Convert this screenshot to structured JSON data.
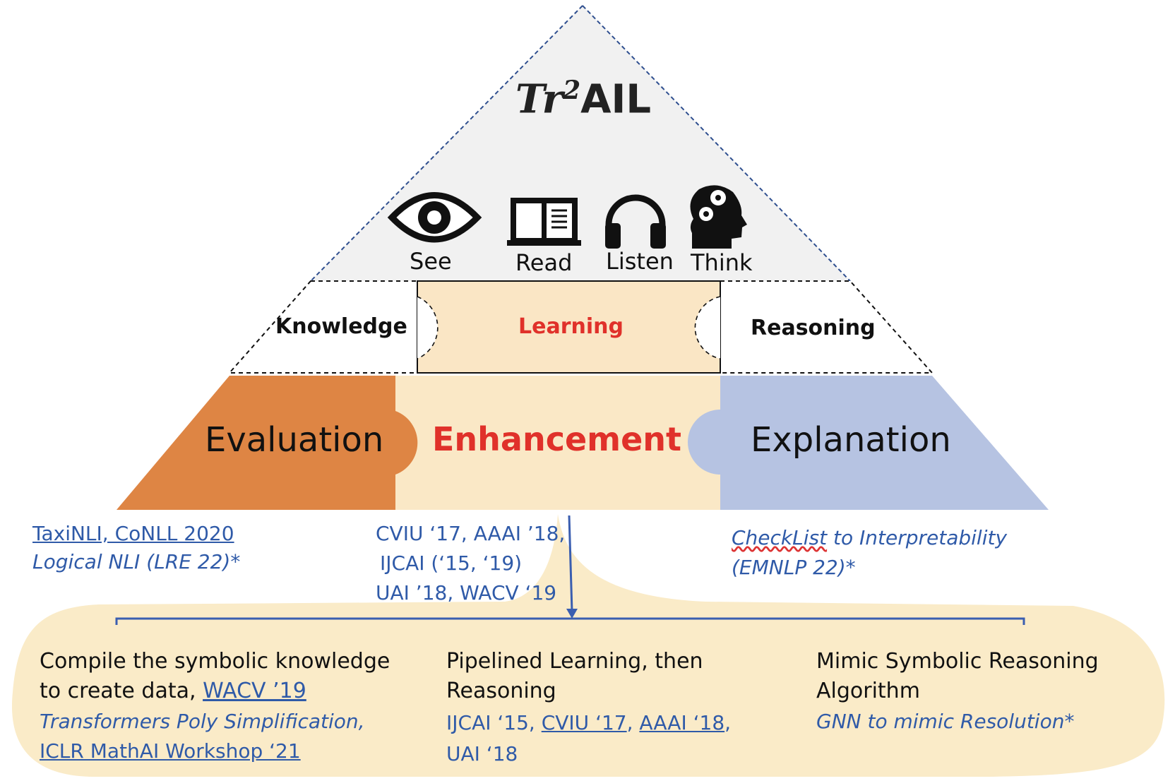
{
  "title": {
    "part1": "Tr",
    "superscript": "2",
    "part2": "AIL"
  },
  "capabilities": [
    {
      "label": "See",
      "icon": "eye-icon"
    },
    {
      "label": "Read",
      "icon": "book-icon"
    },
    {
      "label": "Listen",
      "icon": "headphones-icon"
    },
    {
      "label": "Think",
      "icon": "head-gears-icon"
    }
  ],
  "middle_layer": {
    "left": "Knowledge",
    "center": "Learning",
    "right": "Reasoning"
  },
  "bottom_layer": {
    "left": "Evaluation",
    "center": "Enhancement",
    "right": "Explanation"
  },
  "refs_left": {
    "line1": "TaxiNLI, CoNLL 2020",
    "line2": "Logical NLI (LRE 22)*"
  },
  "refs_center": {
    "line1": "CVIU ‘17, AAAI ’18,",
    "line2": "IJCAI (‘15, ‘19)",
    "line3": "UAI ’18, WACV ‘19"
  },
  "refs_right": {
    "line1_a": "CheckList",
    "line1_b": " to Interpretability",
    "line2": "(EMNLP 22)*"
  },
  "col1": {
    "line1": "Compile the symbolic knowledge",
    "line2_text": "to create data, ",
    "line2_link": "WACV ’19",
    "line3": "Transformers Poly Simplification,",
    "line4": "ICLR MathAI Workshop ‘21"
  },
  "col2": {
    "line1": "Pipelined Learning, then",
    "line2": "Reasoning",
    "line3_a": "IJCAI ‘15, ",
    "line3_b": "CVIU ‘17",
    "line3_c": ", ",
    "line3_d": "AAAI ‘18",
    "line3_e": ",",
    "line4": "UAI ‘18"
  },
  "col3": {
    "line1": "Mimic Symbolic Reasoning",
    "line2": "Algorithm",
    "line3": "GNN to mimic Resolution*"
  },
  "colors": {
    "evaluation": "#de8544",
    "enhancement": "#fae8c6",
    "explanation": "#b6c3e2",
    "learning": "#fae6c5",
    "apex": "#f1f1f1",
    "red": "#e0312a",
    "blue": "#2f5aa8",
    "bubble": "#faebc8"
  }
}
